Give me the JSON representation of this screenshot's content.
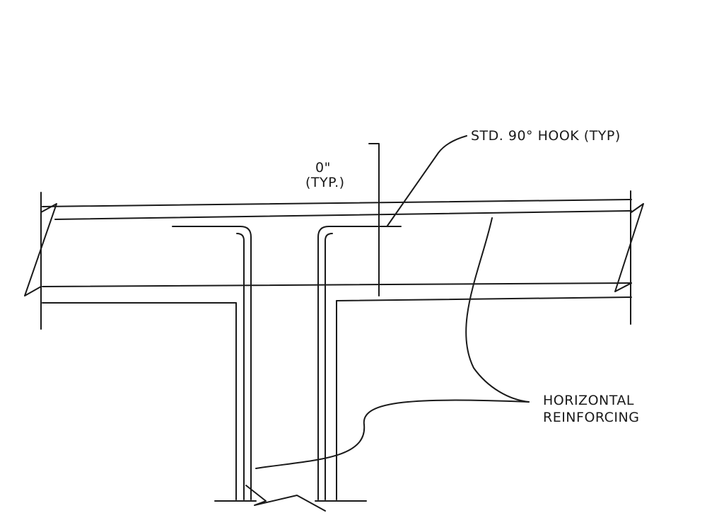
{
  "labels": {
    "hook": "STD. 90° HOOK (TYP)",
    "dim_value": "0\"",
    "dim_typ": "(TYP.)",
    "horizontal_line1": "HORIZONTAL",
    "horizontal_line2": "REINFORCING"
  },
  "colors": {
    "ink": "#1a1a1a",
    "paper": "#ffffff"
  }
}
